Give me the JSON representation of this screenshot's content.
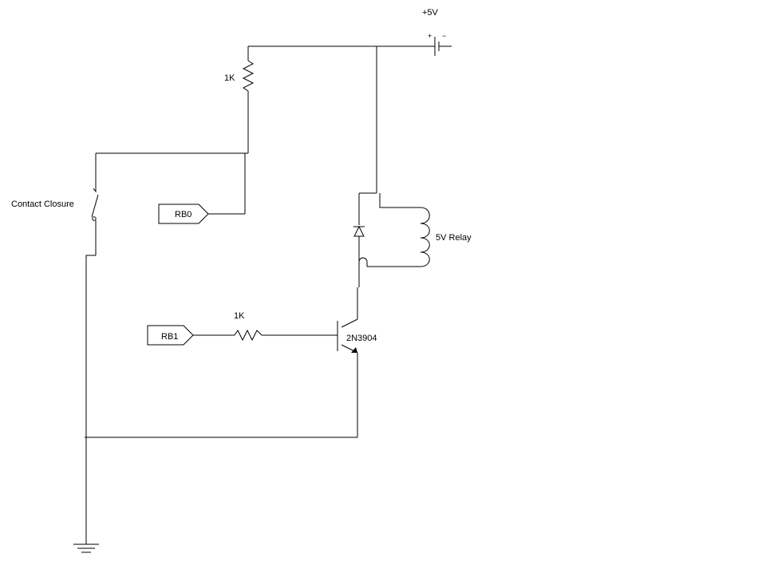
{
  "supply": {
    "label": "+5V",
    "plus": "+",
    "minus": "−"
  },
  "resistor_top": {
    "label": "1K"
  },
  "resistor_base": {
    "label": "1K"
  },
  "switch": {
    "label": "Contact Closure"
  },
  "port_rb0": {
    "label": "RB0"
  },
  "port_rb1": {
    "label": "RB1"
  },
  "relay": {
    "label": "5V Relay"
  },
  "transistor": {
    "label": "2N3904"
  }
}
